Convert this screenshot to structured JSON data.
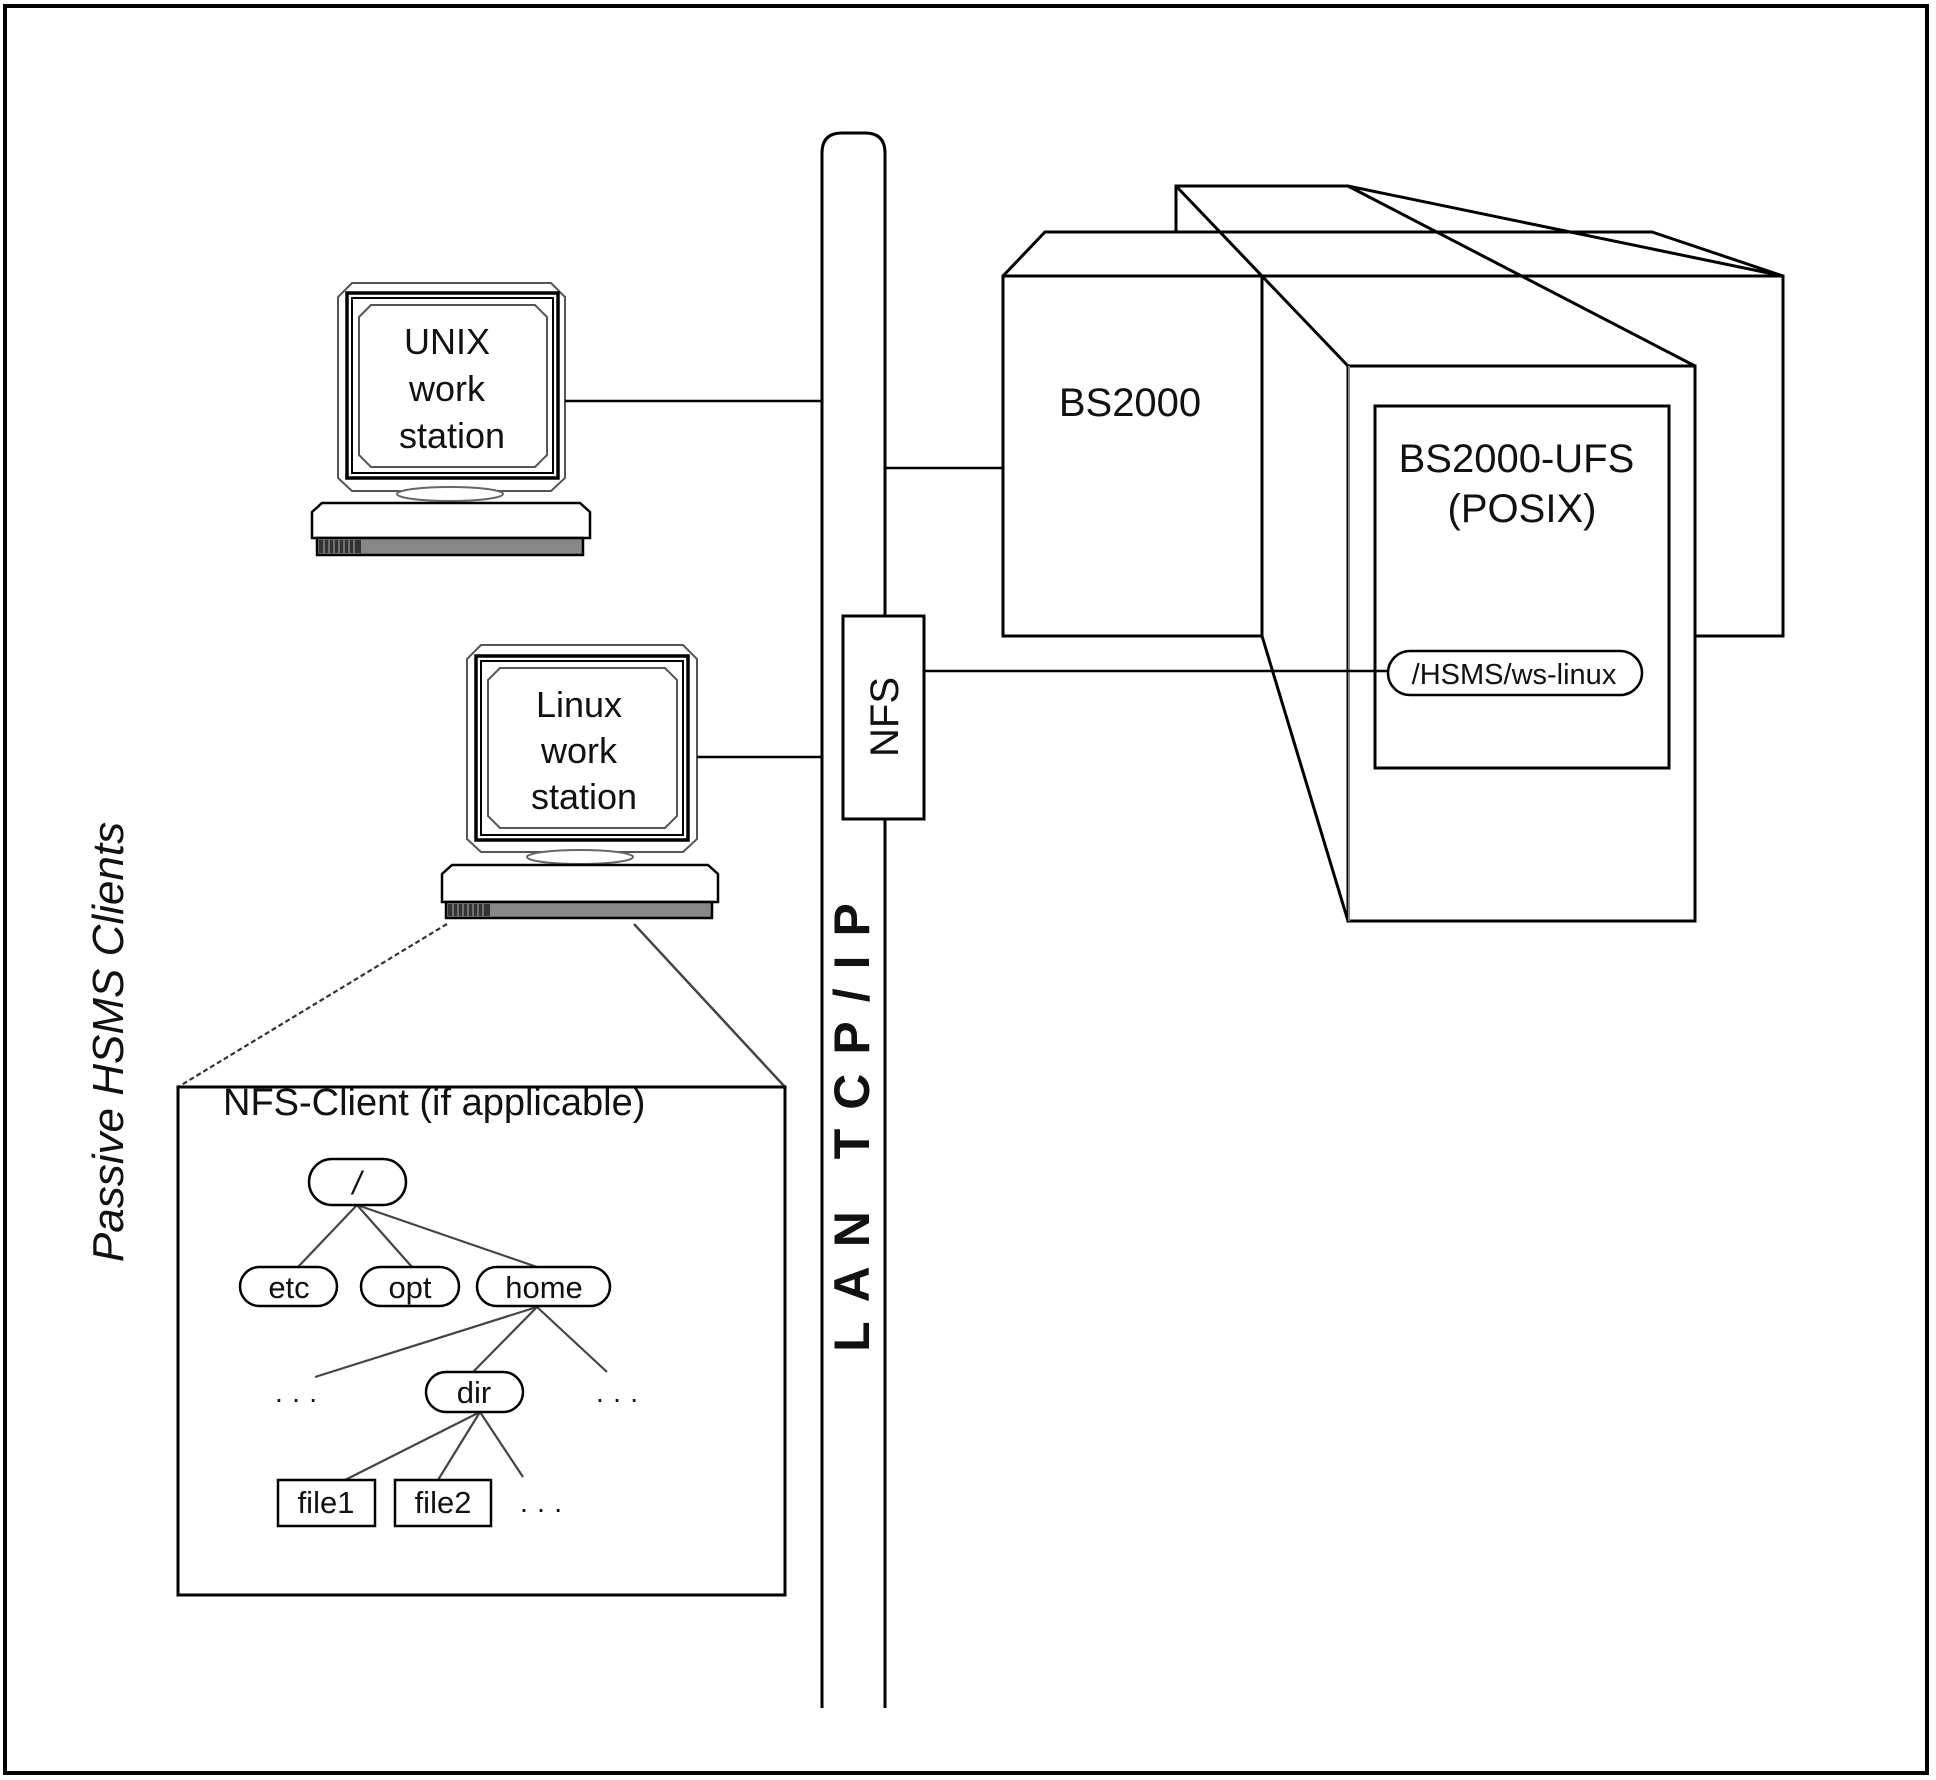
{
  "diagram": {
    "side_label": "Passive HSMS Clients",
    "network": {
      "label": "LAN TCP/IP",
      "nfs_label": "NFS"
    },
    "workstations": [
      {
        "line1": "UNIX",
        "line2": "work",
        "line3": "station",
        "icon": "computer-icon"
      },
      {
        "line1": "Linux",
        "line2": "work",
        "line3": "station",
        "icon": "computer-icon"
      }
    ],
    "nfs_client": {
      "title": "NFS-Client (if applicable)",
      "tree": {
        "root": "/",
        "level1": [
          "etc",
          "opt",
          "home"
        ],
        "level2_ellipsis": "· · ·",
        "dir": "dir",
        "files": [
          "file1",
          "file2"
        ],
        "files_ellipsis": "· · ·"
      }
    },
    "server": {
      "host_label": "BS2000",
      "ufs_line1": "BS2000-UFS",
      "ufs_line2": "(POSIX)",
      "mount_path": "/HSMS/ws-linux"
    }
  }
}
